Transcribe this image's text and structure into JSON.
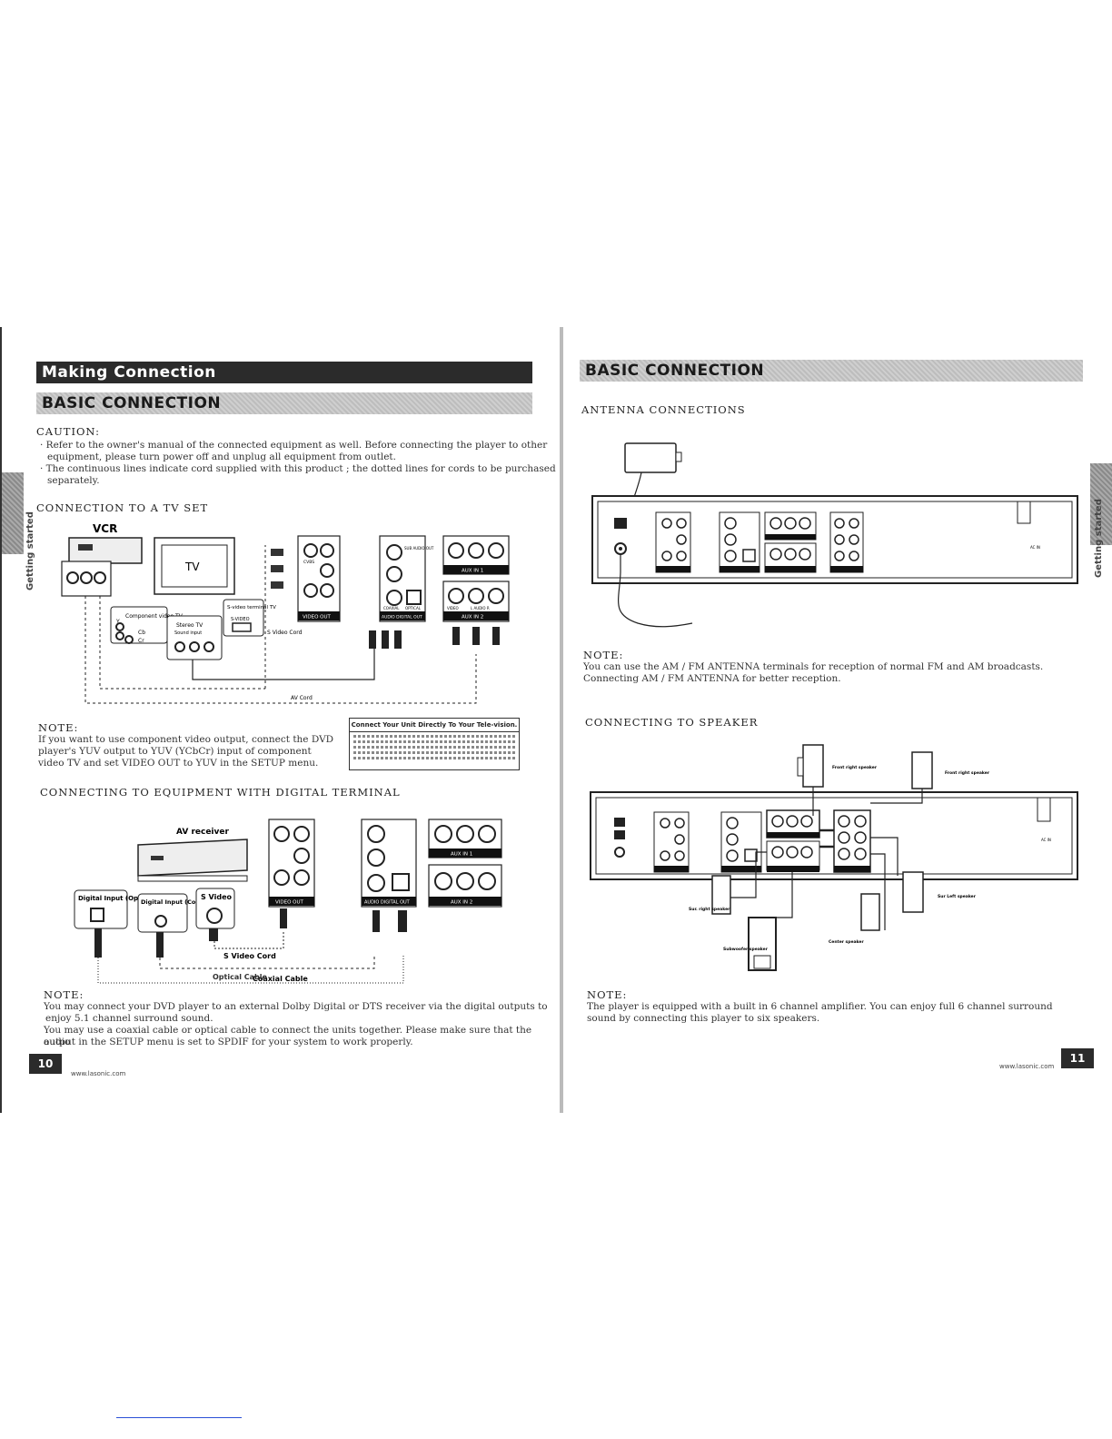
{
  "left": {
    "header": "Making Connection",
    "subheader": "BASIC CONNECTION",
    "caution_title": "CAUTION:",
    "caution_lines": [
      "· Refer to the owner's manual of the connected equipment as well. Before connecting the player to other",
      "equipment, please turn power off and unplug all equipment from outlet.",
      "· The continuous lines indicate cord supplied with this product ; the dotted lines for cords to be purchased",
      "separately."
    ],
    "tab_label": "Getting started",
    "tv_section_title": "CONNECTION TO A TV SET",
    "tv_diagram": {
      "vcr": "VCR",
      "tv": "TV",
      "component": "Component video TV",
      "svideo_terminal": "S-video terminal TV",
      "svideo_port": "S-VIDEO",
      "stereo": "Stereo TV",
      "sound_input": "Sound input",
      "svideo_cord": "S Video Cord",
      "av_cord": "AV Cord",
      "y": "Y",
      "cb": "Cb",
      "cr": "Cr",
      "cvbs": "CVBS",
      "video_out": "VIDEO OUT",
      "audio_digital_out": "AUDIO DIGITAL OUT",
      "aux1": "AUX IN 1",
      "aux2": "AUX IN 2",
      "coaxial": "COAXIAL",
      "optical": "OPTICAL",
      "video": "VIDEO",
      "l_audio_r": "L AUDIO R",
      "sub_audio_out": "SUB AUDIO OUT"
    },
    "note1_title": "NOTE:",
    "note1_lines": [
      "If you want to use component video output, connect the DVD",
      "player's YUV output to YUV (YCbCr) input of component",
      "video TV and set VIDEO OUT to  YUV  in  the SETUP menu."
    ],
    "box_title": "Connect Your Unit Directly To Your Tele-vision.",
    "digital_section_title": "CONNECTING TO EQUIPMENT WITH DIGITAL TERMINAL",
    "digital_diagram": {
      "av_receiver": "AV receiver",
      "digital_optical": "Digital Input (Optical)",
      "digital_coaxial": "Digital Input (Coaxial)",
      "svideo": "S Video",
      "svideo_cord": "S Video Cord",
      "coaxial_cable": "Coaxial Cable",
      "optical_cable": "Optical Cable"
    },
    "note2_title": "NOTE:",
    "note2_lines": [
      "You may connect your DVD player to an external Dolby Digital or DTS receiver via the digital outputs to",
      "enjoy 5.1 channel surround sound.",
      "You may use a coaxial cable or optical cable to connect the units together. Please make sure that the audio",
      "output in the SETUP menu is set to SPDIF for your system to work properly."
    ],
    "page_number": "10",
    "url": "www.lasonic.com"
  },
  "right": {
    "subheader": "BASIC CONNECTION",
    "antenna_title": "ANTENNA CONNECTIONS",
    "antenna_note_title": "NOTE:",
    "antenna_note_lines": [
      "You can use the AM / FM ANTENNA terminals for reception of normal FM and AM broadcasts.",
      "Connecting AM / FM ANTENNA for better reception."
    ],
    "speaker_title": "CONNECTING TO SPEAKER",
    "speakers": {
      "front_right": "Front right speaker",
      "front_left": "Front right speaker",
      "sur_right": "Sur. right speaker",
      "sur_left": "Sur Left speaker",
      "center": "Center speaker",
      "subwoofer": "Subwoofer speaker",
      "ac_in": "AC IN"
    },
    "speaker_note_title": "NOTE:",
    "speaker_note_lines": [
      "The player is equipped with a built in 6 channel amplifier. You can enjoy full 6 channel surround",
      "sound by connecting this player to six speakers."
    ],
    "tab_label": "Getting started",
    "page_number": "11",
    "url": "www.lasonic.com"
  }
}
